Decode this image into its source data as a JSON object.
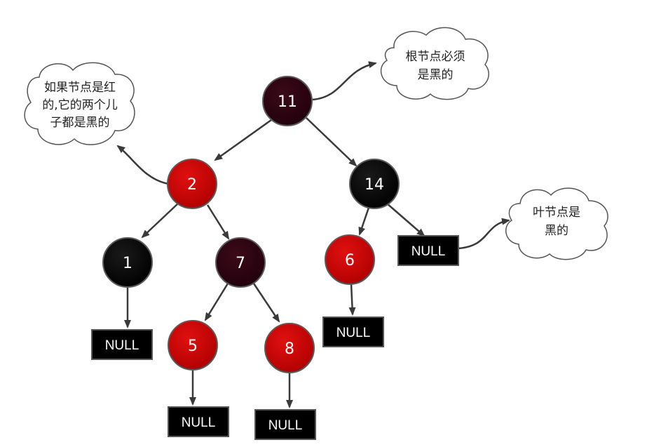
{
  "colors": {
    "red_node": "#c40000",
    "black_node": "#000000",
    "root_node": "#2a0010",
    "edge": "#3a3a3a",
    "null_box": "#000000",
    "cloud_fill": "#ffffff",
    "cloud_stroke": "#555555"
  },
  "nodes": {
    "n11": "11",
    "n2": "2",
    "n14": "14",
    "n1": "1",
    "n7": "7",
    "n6": "6",
    "n5": "5",
    "n8": "8"
  },
  "null_label": "NULL",
  "clouds": {
    "root": [
      "根节点必须",
      "是黑的"
    ],
    "red": [
      "如果节点是红",
      "的,它的两个儿",
      "子都是黑的"
    ],
    "leaf": [
      "叶节点是",
      "黑的"
    ]
  }
}
